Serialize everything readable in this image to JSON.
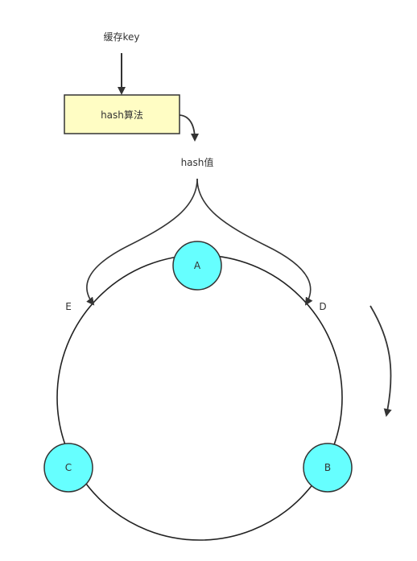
{
  "labels": {
    "cache_key": "缓存key",
    "hash_algorithm": "hash算法",
    "hash_value": "hash值",
    "point_e": "E",
    "point_d": "D"
  },
  "nodes": [
    {
      "id": "node-a",
      "label": "A"
    },
    {
      "id": "node-b",
      "label": "B"
    },
    {
      "id": "node-c",
      "label": "C"
    }
  ],
  "colors": {
    "node_fill": "#66ffff",
    "box_fill": "#fffdc4",
    "stroke": "#333333",
    "ring_stroke": "#222222"
  },
  "icons": {
    "direction_arrow": "clockwise-arrow-icon"
  }
}
